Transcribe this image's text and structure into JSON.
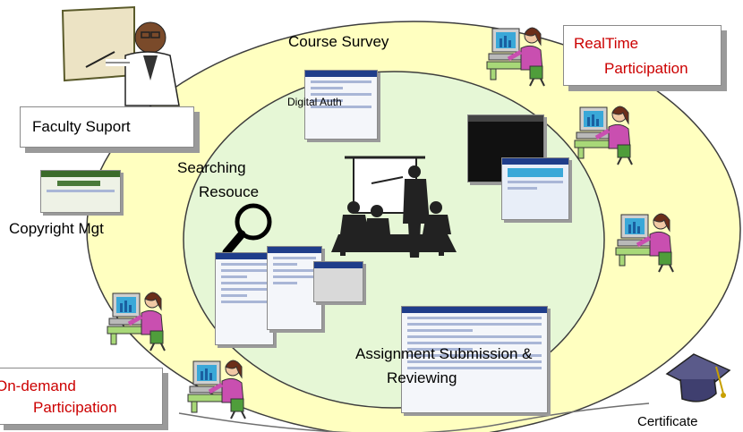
{
  "labels": {
    "course_survey": "Course Survey",
    "digital_auth": "Digital Auth",
    "searching_line1": "Searching",
    "searching_line2": "Resouce",
    "copyright_mgt": "Copyright Mgt",
    "assignment_line1": "Assignment  Submission &",
    "assignment_line2": "Reviewing",
    "certificate": "Certificate"
  },
  "boxes": {
    "faculty_support": "Faculty Suport",
    "realtime_line1": "RealTime",
    "realtime_line2": "Participation",
    "ondemand_line1": "On-demand",
    "ondemand_line2": "Participation"
  },
  "colors": {
    "outer_ellipse_fill": "#ffffc0",
    "inner_ellipse_fill": "#e6f7d6",
    "ellipse_stroke": "#3d3d3d",
    "emphasis_text": "#cc0000"
  },
  "icons": {
    "teacher": "teacher-at-board-icon",
    "student": "student-at-computer-icon",
    "lecture": "classroom-lecture-icon",
    "search": "magnifying-glass-icon",
    "certificate": "graduation-cap-icon"
  }
}
